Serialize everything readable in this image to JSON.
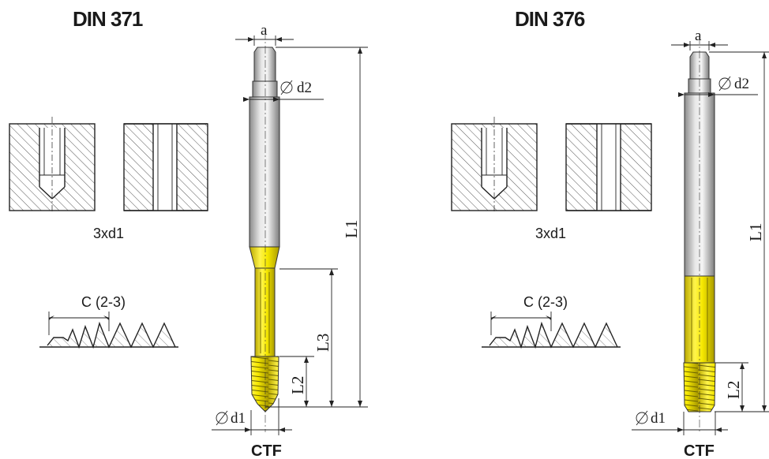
{
  "colors": {
    "coating": "#f2e200",
    "coating_dark": "#b8a800",
    "steel": "#c9c9c9",
    "hatch": "#444444"
  },
  "left": {
    "title": "DIN 371",
    "hole_label": "3xd1",
    "chamfer_label": "C (2-3)",
    "dims": {
      "a": "a",
      "d2": "d2",
      "d1": "d1",
      "L1": "L1",
      "L2": "L2",
      "L3": "L3"
    },
    "footer": "CTF"
  },
  "right": {
    "title": "DIN 376",
    "hole_label": "3xd1",
    "chamfer_label": "C (2-3)",
    "dims": {
      "a": "a",
      "d2": "d2",
      "d1": "d1",
      "L1": "L1",
      "L2": "L2"
    },
    "footer": "CTF"
  }
}
